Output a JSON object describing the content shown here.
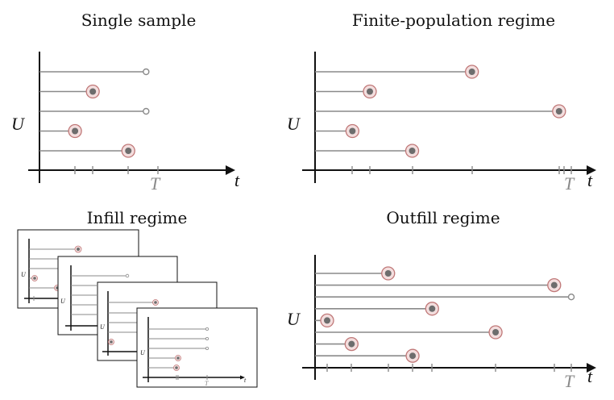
{
  "panels": {
    "single_sample": {
      "title": "Single sample",
      "y_label": "U",
      "x_label": "t",
      "horizon_label": "T",
      "lifelines": [
        {
          "end": 0.9,
          "event": false
        },
        {
          "end": 0.45,
          "event": true
        },
        {
          "end": 0.9,
          "event": false
        },
        {
          "end": 0.3,
          "event": true
        },
        {
          "end": 0.75,
          "event": true
        }
      ]
    },
    "finite_population": {
      "title": "Finite-population regime",
      "y_label": "U",
      "x_label": "t",
      "horizon_label": "T",
      "lifelines": [
        {
          "end": 0.63,
          "event": true
        },
        {
          "end": 0.22,
          "event": true
        },
        {
          "end": 0.98,
          "event": true
        },
        {
          "end": 0.15,
          "event": true
        },
        {
          "end": 0.39,
          "event": true
        }
      ]
    },
    "infill": {
      "title": "Infill regime"
    },
    "outfill": {
      "title": "Outfill regime",
      "y_label": "U",
      "x_label": "t",
      "horizon_label": "T",
      "lifelines": [
        {
          "end": 0.25,
          "event": true
        },
        {
          "end": 0.93,
          "event": true
        },
        {
          "end": 1.0,
          "event": false
        },
        {
          "end": 0.43,
          "event": true
        },
        {
          "end": 0.0,
          "event": true
        },
        {
          "end": 0.69,
          "event": true
        },
        {
          "end": 0.1,
          "event": true
        },
        {
          "end": 0.35,
          "event": true
        }
      ]
    }
  },
  "colors": {
    "line": "#8a8a8a",
    "ring": "#c07878",
    "ring_fill": "#f3dede",
    "dot": "#6d6d6d",
    "axis": "#111111"
  }
}
